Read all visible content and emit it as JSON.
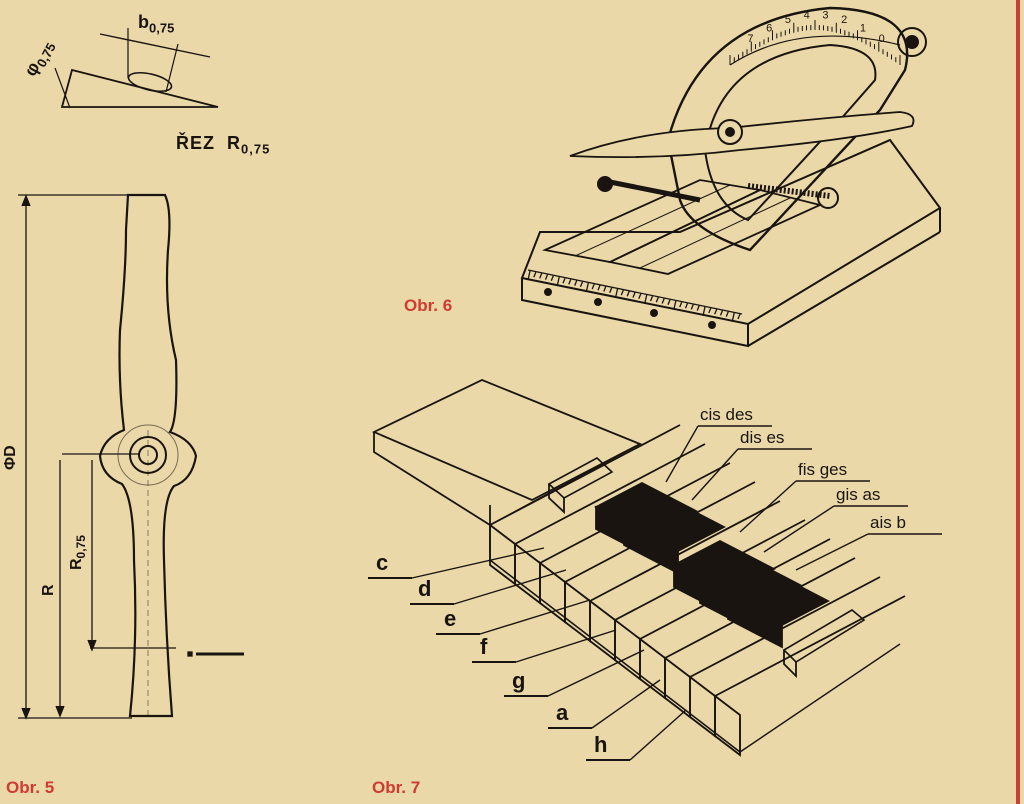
{
  "figures": {
    "obr5": {
      "caption": "Obr. 5",
      "section_label": "ŘEZ",
      "section_radius": "R",
      "section_radius_sub": "0,75",
      "b_label": "b",
      "b_sub": "0,75",
      "phi_label": "φ",
      "phi_sub": "0,75",
      "diameter_label": "ΦD",
      "radius_label": "R",
      "r075_label": "R",
      "r075_sub": "0,75"
    },
    "obr6": {
      "caption": "Obr. 6",
      "scale_numbers": [
        "7",
        "6",
        "5",
        "4",
        "3",
        "2",
        "1",
        "0"
      ]
    },
    "obr7": {
      "caption": "Obr. 7",
      "white_keys": [
        "c",
        "d",
        "e",
        "f",
        "g",
        "a",
        "h"
      ],
      "black_keys": [
        "cis des",
        "dis es",
        "fis ges",
        "gis as",
        "ais b"
      ]
    }
  },
  "colors": {
    "paper": "#ead8a8",
    "ink": "#1a1410",
    "accent_red": "#cf3b33"
  }
}
